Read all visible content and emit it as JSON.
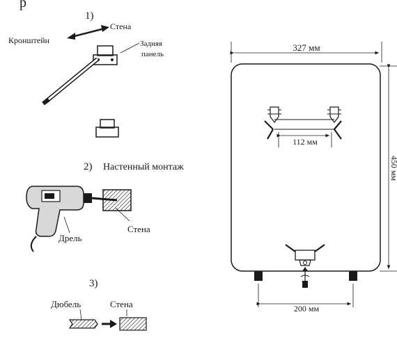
{
  "header": {
    "text": "р"
  },
  "steps": [
    {
      "number": "1)",
      "labels": {
        "bracket": "Кронштейн",
        "wall": "Стена",
        "back_panel_line1": "Задняя",
        "back_panel_line2": "панель"
      }
    },
    {
      "number": "2)",
      "title": "Настенный монтаж",
      "labels": {
        "drill": "Дрель",
        "wall": "Стена"
      }
    },
    {
      "number": "3)",
      "labels": {
        "dowel": "Дюбель",
        "wall": "Стена"
      }
    }
  ],
  "heater": {
    "width_label": "327 мм",
    "height_label": "450 мм",
    "bracket_spacing_label": "112 мм",
    "feet_spacing_label": "200 мм"
  }
}
